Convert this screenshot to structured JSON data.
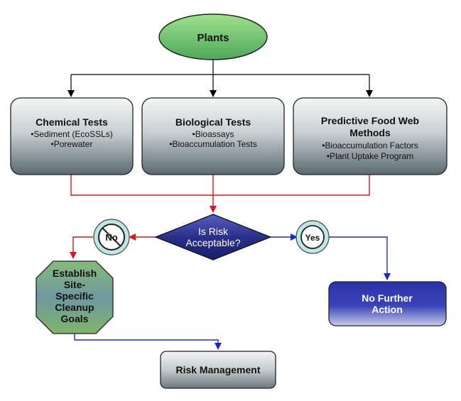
{
  "nodes": {
    "plants": {
      "label": "Plants"
    },
    "chemical": {
      "title": "Chemical Tests",
      "items": [
        "•Sediment (EcoSSLs)",
        "•Porewater"
      ]
    },
    "biological": {
      "title": "Biological Tests",
      "items": [
        "•Bioassays",
        "•Bioaccumulation Tests"
      ]
    },
    "predictive": {
      "title_lines": [
        "Predictive Food Web",
        "Methods"
      ],
      "items": [
        "•Bioaccumulation Factors",
        "•Plant Uptake Program"
      ]
    },
    "decision": {
      "lines": [
        "Is Risk",
        "Acceptable?"
      ]
    },
    "no": {
      "label": "No"
    },
    "yes": {
      "label": "Yes"
    },
    "establish": {
      "lines": [
        "Establish",
        "Site-",
        "Specific",
        "Cleanup",
        "Goals"
      ]
    },
    "no_further": {
      "lines": [
        "No Further",
        "Action"
      ]
    },
    "risk_mgmt": {
      "label": "Risk Management"
    }
  },
  "colors": {
    "black_arrow": "#000000",
    "red_arrow": "#e0141e",
    "blue_arrow": "#1a2ccc",
    "decision_fill": "#2a2f8a",
    "no_further_fill": "#1e2590",
    "plants_fill": "#7fd07a",
    "circle_fill": "#bfe6e6"
  }
}
